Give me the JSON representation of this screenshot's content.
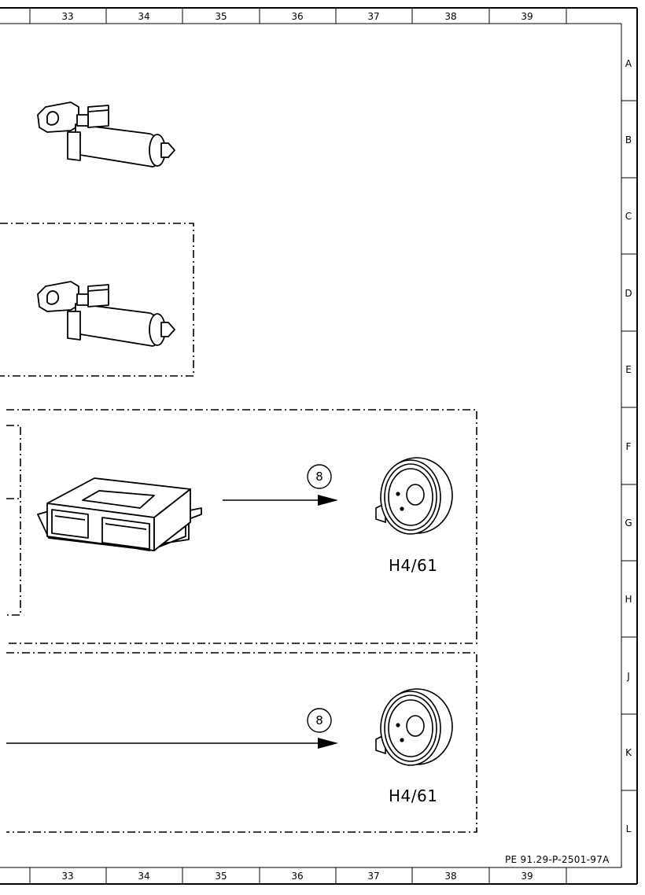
{
  "grid": {
    "columns": [
      "33",
      "34",
      "35",
      "36",
      "37",
      "38",
      "39"
    ],
    "rows": [
      "A",
      "B",
      "C",
      "D",
      "E",
      "F",
      "G",
      "H",
      "J",
      "K",
      "L"
    ]
  },
  "components": {
    "speaker_top": {
      "label": "H4/61"
    },
    "speaker_bottom": {
      "label": "H4/61"
    }
  },
  "references": {
    "wire_ref_top": "8",
    "wire_ref_bottom": "8"
  },
  "document_ref": "PE 91.29-P-2501-97A"
}
